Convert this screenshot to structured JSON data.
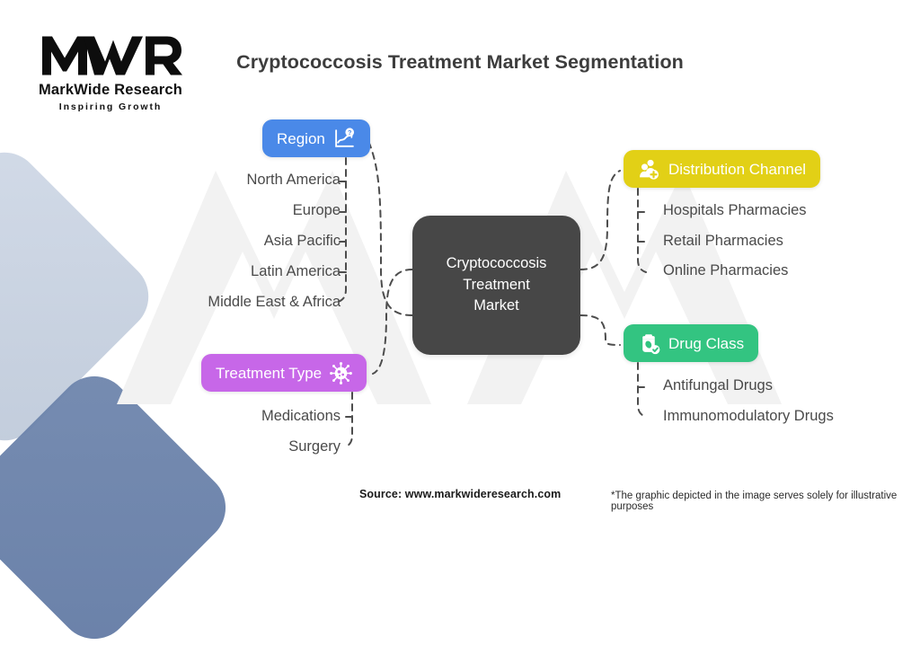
{
  "brand": {
    "logo_mark": "mwr-monogram",
    "name": "MarkWide Research",
    "tagline": "Inspiring Growth"
  },
  "header": {
    "title": "Cryptococcosis Treatment Market Segmentation"
  },
  "center": {
    "label_line1": "Cryptococcosis",
    "label_line2": "Treatment",
    "label_line3": "Market",
    "color": "#474747"
  },
  "branches": {
    "region": {
      "label": "Region",
      "color": "#4a89e8",
      "icon": "analytics-chart-question-icon",
      "items": [
        "North America",
        "Europe",
        "Asia Pacific",
        "Latin America",
        "Middle East & Africa"
      ]
    },
    "treatment_type": {
      "label": "Treatment Type",
      "color": "#c767e8",
      "icon": "virus-icon",
      "items": [
        "Medications",
        "Surgery"
      ]
    },
    "distribution_channel": {
      "label": "Distribution Channel",
      "color": "#e2d016",
      "icon": "add-users-icon",
      "items": [
        "Hospitals Pharmacies",
        "Retail Pharmacies",
        "Online Pharmacies"
      ]
    },
    "drug_class": {
      "label": "Drug Class",
      "color": "#33c481",
      "icon": "pill-check-icon",
      "items": [
        "Antifungal Drugs",
        "Immunomodulatory Drugs"
      ]
    }
  },
  "footer": {
    "source": "Source: www.markwideresearch.com",
    "disclaimer": "*The graphic depicted in the image serves solely for illustrative purposes"
  }
}
